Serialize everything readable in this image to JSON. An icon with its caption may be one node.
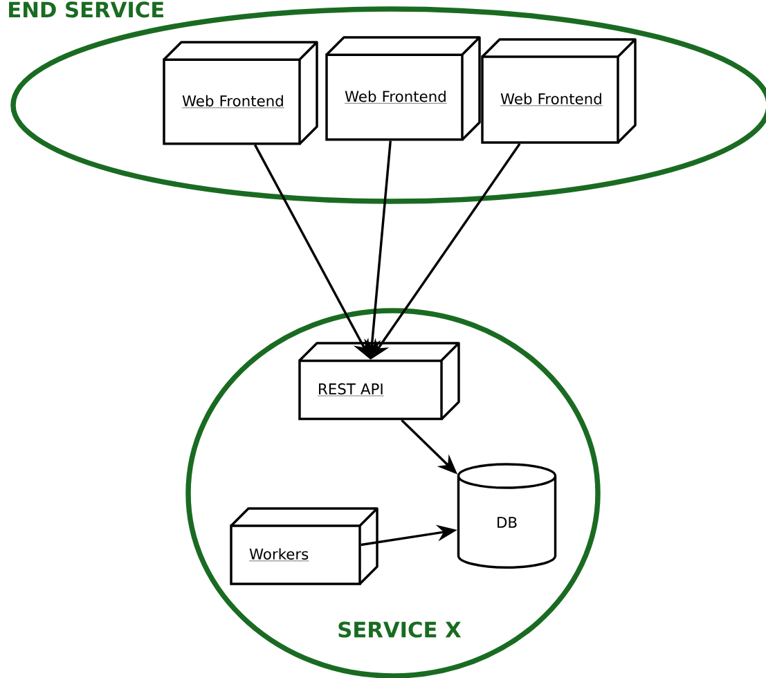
{
  "diagram": {
    "nodes": [
      {
        "text": [
          "END SERVICE"
        ]
      },
      {
        "text": [
          "Web Frontend"
        ],
        "in": 0
      },
      {
        "text": [
          "Web Frontend"
        ],
        "in": 0
      },
      {
        "text": [
          "Web Frontend"
        ],
        "in": 0
      },
      {
        "text": [
          "SERVICE X"
        ]
      },
      {
        "text": [
          "REST API"
        ],
        "in": 4
      },
      {
        "text": [
          "Workers"
        ],
        "in": 4
      },
      {
        "text": [
          "DB"
        ],
        "in": 4
      }
    ],
    "edges": [
      {
        "from": 1,
        "to": 5,
        "arrow": "to"
      },
      {
        "from": 2,
        "to": 5,
        "arrow": "to"
      },
      {
        "from": 3,
        "to": 5,
        "arrow": "to"
      },
      {
        "from": 5,
        "to": 7,
        "arrow": "to"
      },
      {
        "from": 6,
        "to": 7,
        "arrow": "to"
      }
    ]
  }
}
